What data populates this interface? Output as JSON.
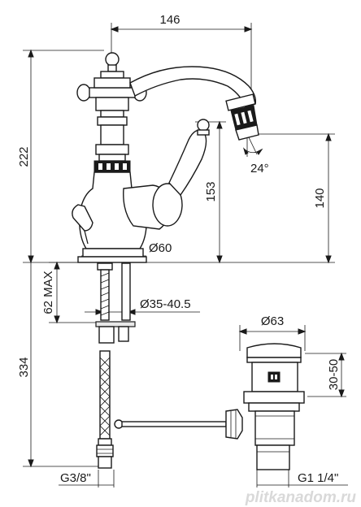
{
  "dimensions": {
    "width_top": "146",
    "angle": "24°",
    "height_total": "222",
    "height_body": "153",
    "height_spout": "140",
    "base_diameter": "Ø60",
    "max_deck": "62 MAX",
    "hole_diameter": "Ø35-40.5",
    "hose_length": "334",
    "hose_thread": "G3/8\"",
    "drain_diameter": "Ø63",
    "drain_range": "30-50",
    "drain_thread": "G1 1/4\""
  },
  "watermark": "plitkanadom.ru"
}
